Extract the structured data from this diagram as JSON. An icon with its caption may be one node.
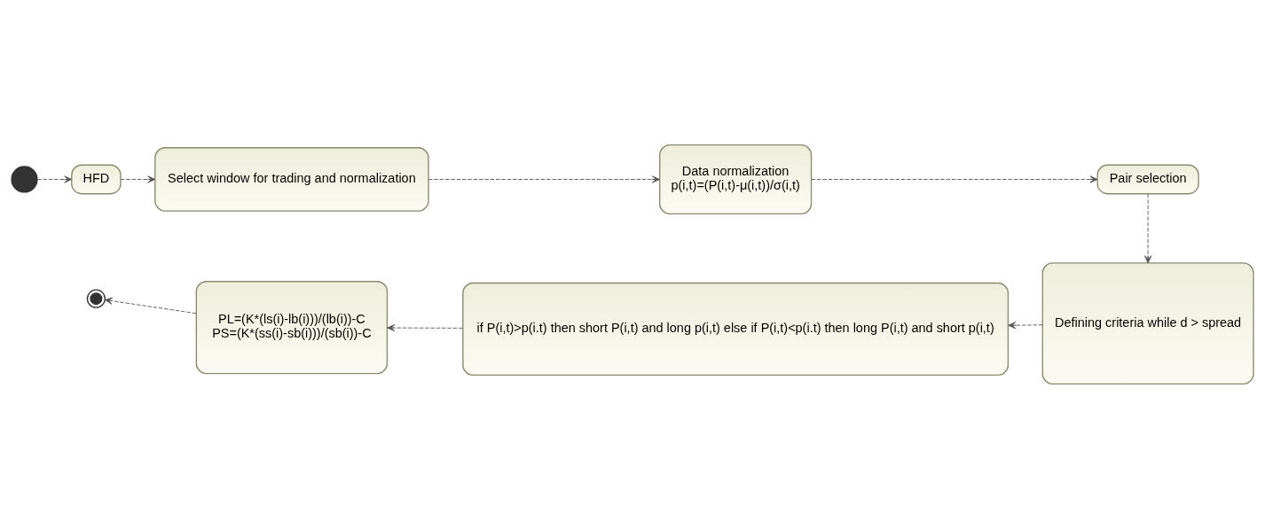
{
  "diagram": {
    "nodes": [
      {
        "text": [],
        "shape": "circle"
      },
      {
        "text": [
          "HFD"
        ]
      },
      {
        "text": [
          "Select window for trading and normalization"
        ]
      },
      {
        "text": [
          "Data normalization",
          "p(i,t)=(P(i,t)-μ(i,t))/σ(i,t)"
        ]
      },
      {
        "text": [
          "Pair selection"
        ]
      },
      {
        "text": [
          "Defining criteria while d > spread"
        ]
      },
      {
        "text": [
          "if P(i,t)>p(i.t) then short P(i,t) and long p(i,t) else if P(i,t)<p(i.t) then long P(i,t) and short p(i,t)"
        ]
      },
      {
        "text": [
          "PL=(K*(ls(i)-lb(i)))/(lb(i))-C",
          "PS=(K*(ss(i)-sb(i)))/(sb(i))-C"
        ]
      },
      {
        "text": [],
        "shape": "bullseye"
      }
    ],
    "edges": [
      {
        "from": 0,
        "to": 1,
        "arrow": "to"
      },
      {
        "from": 1,
        "to": 2,
        "arrow": "to"
      },
      {
        "from": 2,
        "to": 3,
        "arrow": "to"
      },
      {
        "from": 3,
        "to": 4,
        "arrow": "to"
      },
      {
        "from": 4,
        "to": 5,
        "arrow": "to"
      },
      {
        "from": 5,
        "to": 6,
        "arrow": "to"
      },
      {
        "from": 6,
        "to": 7,
        "arrow": "to"
      },
      {
        "from": 7,
        "to": 8,
        "arrow": "to"
      }
    ]
  }
}
